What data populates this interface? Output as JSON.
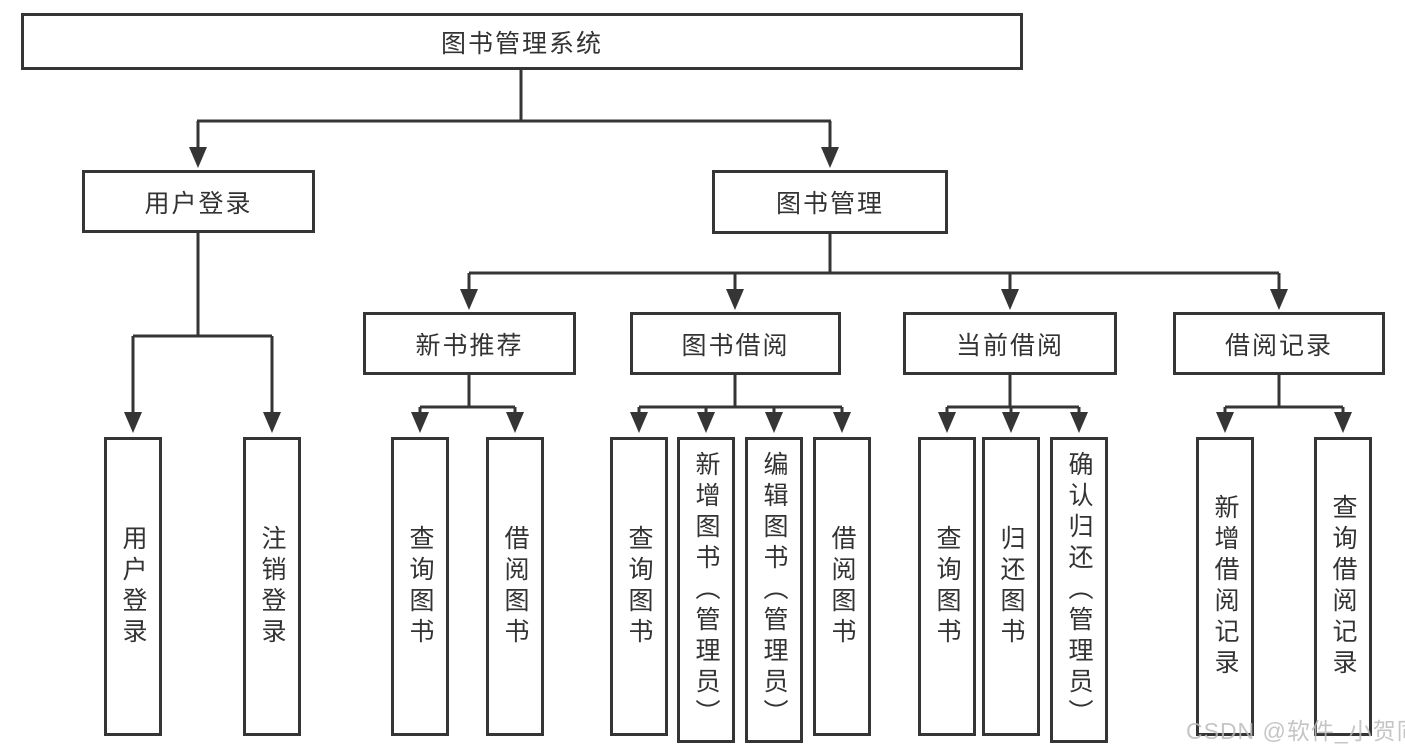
{
  "style": {
    "line_color": "#353535",
    "text_color": "#333333",
    "box_background": "#ffffff",
    "watermark_color": "#bcbcbc"
  },
  "tree": {
    "label": "图书管理系统",
    "children": [
      {
        "label": "用户登录",
        "children": [
          {
            "label": "用户登录"
          },
          {
            "label": "注销登录"
          }
        ]
      },
      {
        "label": "图书管理",
        "children": [
          {
            "label": "新书推荐",
            "children": [
              {
                "label": "查询图书"
              },
              {
                "label": "借阅图书"
              }
            ]
          },
          {
            "label": "图书借阅",
            "children": [
              {
                "label": "查询图书"
              },
              {
                "label": "新增图书（管理员）"
              },
              {
                "label": "编辑图书（管理员）"
              },
              {
                "label": "借阅图书"
              }
            ]
          },
          {
            "label": "当前借阅",
            "children": [
              {
                "label": "查询图书"
              },
              {
                "label": "归还图书"
              },
              {
                "label": "确认归还（管理员）"
              }
            ]
          },
          {
            "label": "借阅记录",
            "children": [
              {
                "label": "新增借阅记录"
              },
              {
                "label": "查询借阅记录"
              }
            ]
          }
        ]
      }
    ]
  },
  "watermark": {
    "text": "CSDN @软件_小贺同学"
  }
}
